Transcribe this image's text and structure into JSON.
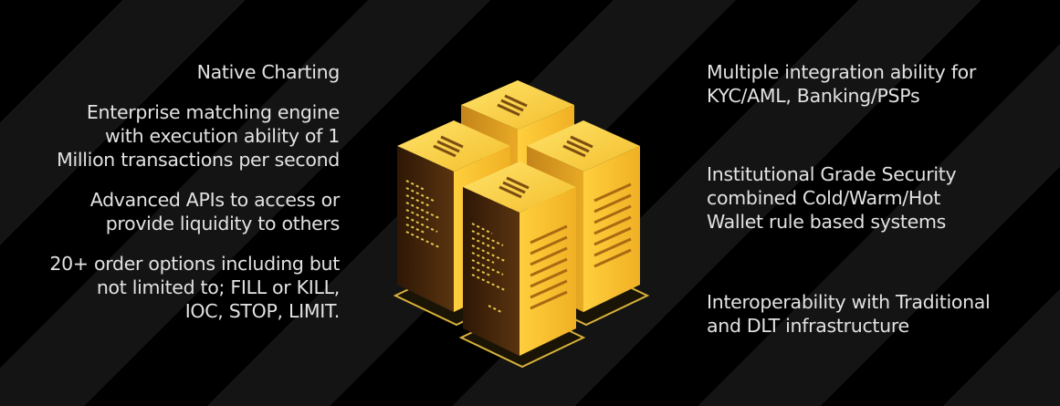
{
  "left_features": [
    "Native Charting",
    "Enterprise matching engine\nwith execution ability of 1\nMillion transactions per second",
    "Advanced APIs to access or\nprovide liquidity to others",
    "20+ order options including but\nnot limited to; FILL or KILL,\nIOC, STOP, LIMIT."
  ],
  "right_features": [
    "Multiple integration ability for\nKYC/AML, Banking/PSPs",
    "Institutional Grade Security\ncombined Cold/Warm/Hot\nWallet rule based systems",
    "Interoperability with Traditional\nand DLT infrastructure"
  ],
  "illustration": {
    "icon": "server-stack-icon",
    "colors": {
      "gold_light": "#ffd84d",
      "gold_mid": "#f1b92c",
      "gold_dark": "#c98a14",
      "brown": "#3a1f08",
      "outline": "#d9b23a"
    }
  }
}
